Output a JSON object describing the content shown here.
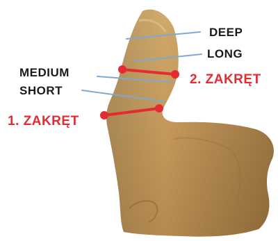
{
  "labels": {
    "deep": "DEEP",
    "long": "LONG",
    "medium": "MEDIUM",
    "short": "SHORT",
    "turn_1": "1. ZAKRĘT",
    "turn_2": "2. ZAKRĘT"
  },
  "colors": {
    "marker_red": "#e52b32",
    "guide_blue": "#7fa8cf",
    "label_black": "#1a1a1a",
    "tooth_base": "#c49a58"
  }
}
